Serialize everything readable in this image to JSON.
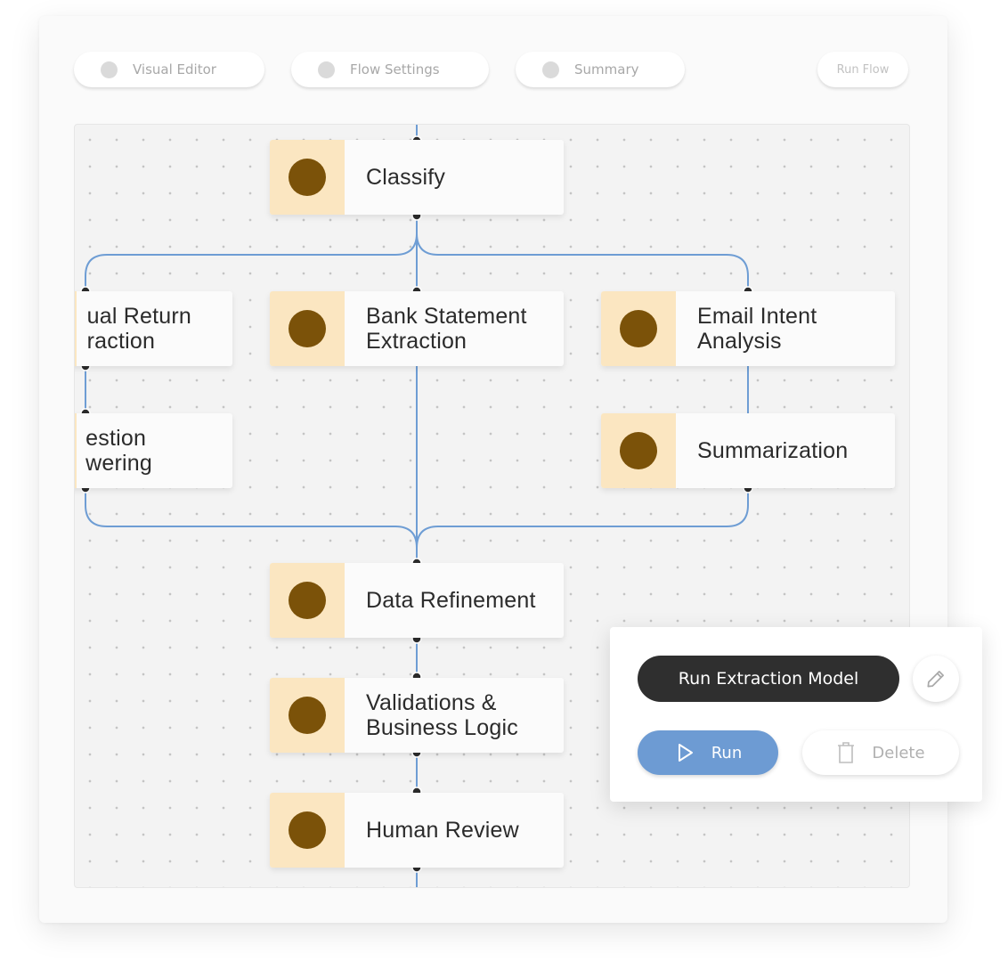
{
  "tabs": [
    {
      "label": "Visual Editor"
    },
    {
      "label": "Flow Settings"
    },
    {
      "label": "Summary"
    }
  ],
  "actions": {
    "run_flow": "Run Flow"
  },
  "nodes": {
    "classify": "Classify",
    "annual_return": "ual Return\nraction",
    "bank_statement": "Bank Statement\nExtraction",
    "email_intent": "Email Intent\nAnalysis",
    "question_answering": "estion\nwering",
    "summarization": "Summarization",
    "data_refinement": "Data Refinement",
    "validations": "Validations &\nBusiness Logic",
    "human_review": "Human Review"
  },
  "context_menu": {
    "title": "Run Extraction Model",
    "run_label": "Run",
    "delete_label": "Delete",
    "icons": {
      "edit": "pencil-icon",
      "run": "play-icon",
      "delete": "trash-icon"
    }
  },
  "colors": {
    "wire": "#6e9dd4",
    "node_icon_bg": "#fbe6c1",
    "node_icon": "#7b5209",
    "run_button": "#6d9bd3"
  }
}
